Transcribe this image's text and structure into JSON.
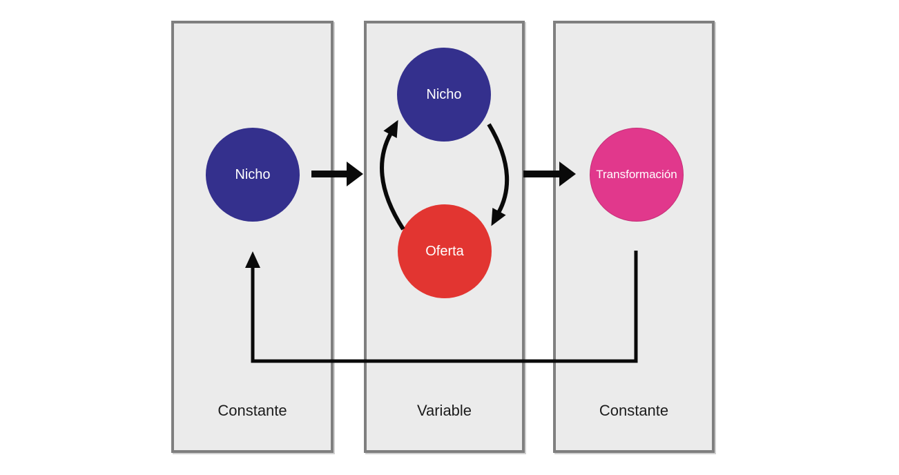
{
  "panels": [
    {
      "label": "Constante"
    },
    {
      "label": "Variable"
    },
    {
      "label": "Constante"
    }
  ],
  "nodes": {
    "nicho_left": {
      "label": "Nicho",
      "color": "#34308d"
    },
    "nicho_middle": {
      "label": "Nicho",
      "color": "#34308d"
    },
    "oferta": {
      "label": "Oferta",
      "color": "#e23531"
    },
    "transformacion": {
      "label": "Transformación",
      "color": "#e1388c"
    }
  },
  "edges": [
    {
      "from": "nicho_left",
      "to": "nicho_middle",
      "style": "thick-horizontal-arrow"
    },
    {
      "from": "oferta",
      "to": "nicho_middle",
      "style": "curved-arrow"
    },
    {
      "from": "nicho_middle",
      "to": "oferta",
      "style": "curved-arrow"
    },
    {
      "from": "nicho_middle",
      "to": "transformacion",
      "style": "thick-horizontal-arrow"
    },
    {
      "from": "transformacion",
      "to": "nicho_left",
      "style": "elbow-feedback-arrow"
    }
  ],
  "colors": {
    "page_background": "#ffffff",
    "panel_background": "#ebebeb",
    "panel_border": "#7f7f7f",
    "arrow": "#0a0a0a",
    "node_text": "#ffffff",
    "label_text": "#1c1c1c"
  }
}
